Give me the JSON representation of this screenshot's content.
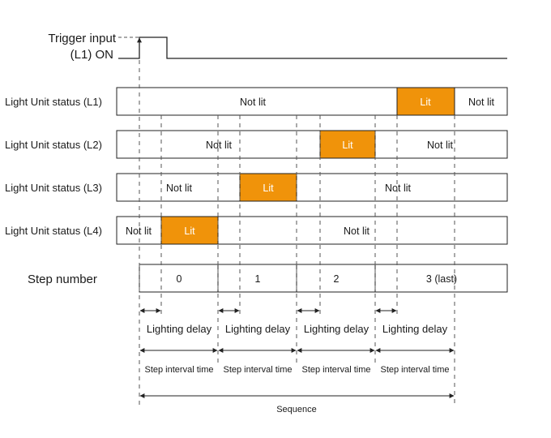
{
  "colors": {
    "lit": "#f0930a",
    "line": "#222222",
    "dash": "#555555"
  },
  "trigger": {
    "label_line1": "Trigger input",
    "label_line2": "(L1) ON"
  },
  "rows": [
    {
      "label": "Light Unit status (L1)",
      "cells": [
        {
          "text": "Not lit",
          "lit": false
        },
        {
          "text": "Lit",
          "lit": true
        },
        {
          "text": "Not lit",
          "lit": false
        }
      ]
    },
    {
      "label": "Light Unit status (L2)",
      "cells": [
        {
          "text": "Not lit",
          "lit": false
        },
        {
          "text": "Lit",
          "lit": true
        },
        {
          "text": "Not lit",
          "lit": false
        }
      ]
    },
    {
      "label": "Light Unit status (L3)",
      "cells": [
        {
          "text": "Not lit",
          "lit": false
        },
        {
          "text": "Lit",
          "lit": true
        },
        {
          "text": "Not lit",
          "lit": false
        }
      ]
    },
    {
      "label": "Light Unit status (L4)",
      "cells": [
        {
          "text": "Not lit",
          "lit": false
        },
        {
          "text": "Lit",
          "lit": true
        },
        {
          "text": "Not lit",
          "lit": false
        }
      ]
    }
  ],
  "steps": {
    "label": "Step number",
    "cells": [
      "0",
      "1",
      "2",
      "3 (last)"
    ]
  },
  "lighting_delay_label": "Lighting delay",
  "step_interval_label": "Step interval time",
  "sequence_label": "Sequence"
}
